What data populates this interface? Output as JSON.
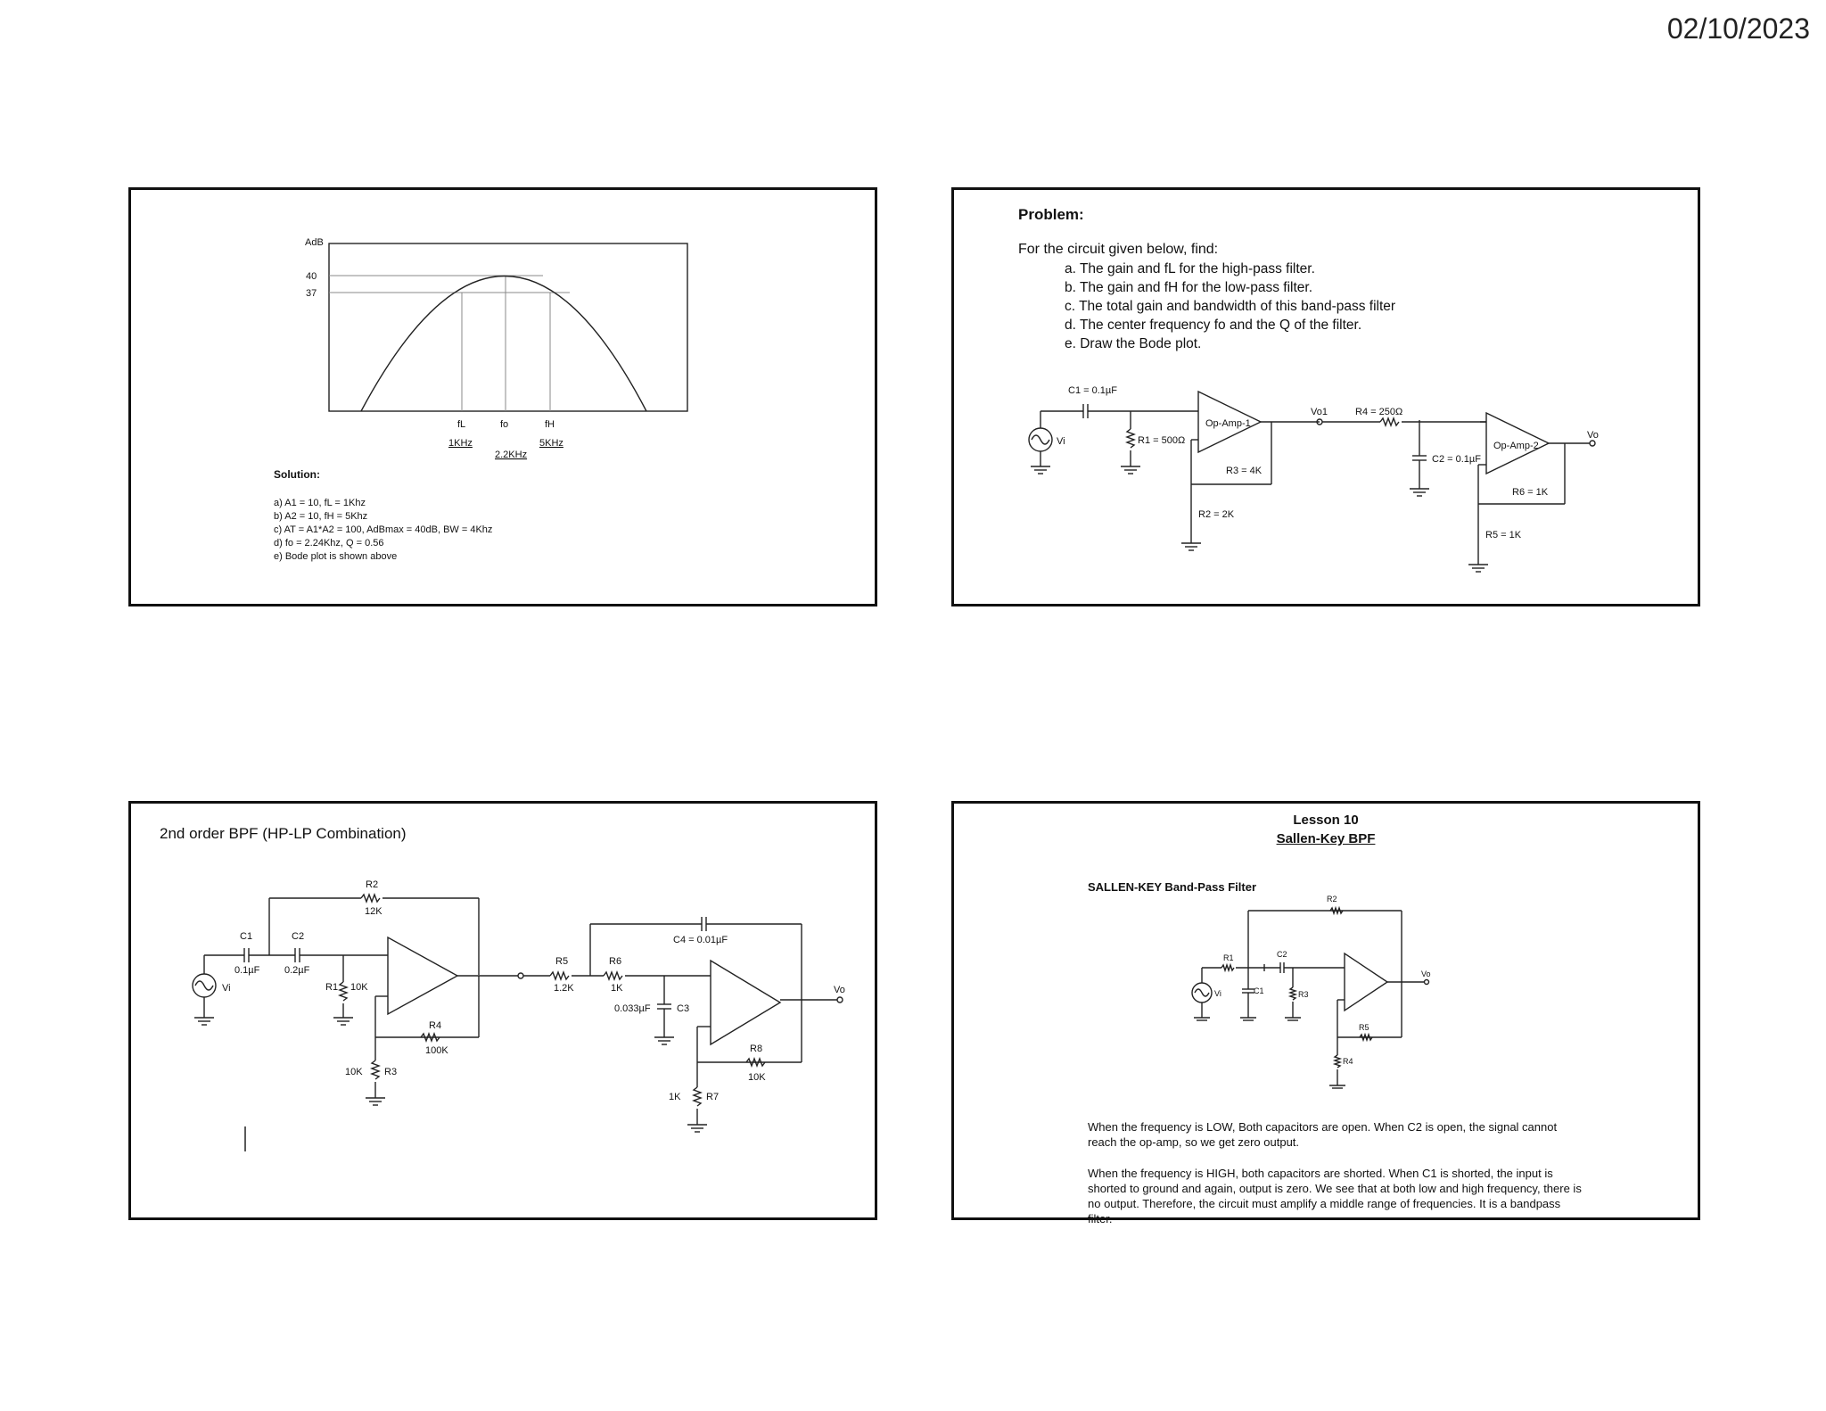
{
  "date": "02/10/2023",
  "slide1": {
    "axis_label": "AdB",
    "y_ticks": [
      "40",
      "37"
    ],
    "freq_labels": [
      "fL",
      "fo",
      "fH"
    ],
    "freq_values": [
      "1KHz",
      "2.2KHz",
      "5KHz"
    ],
    "solution_title": "Solution:",
    "solution": [
      "a)   A1 = 10, fL = 1Khz",
      "b)   A2 = 10, fH = 5Khz",
      "c)   AT = A1*A2 = 100, AdBmax = 40dB, BW = 4Khz",
      "d)   fo = 2.24Khz, Q = 0.56",
      "e)   Bode plot is shown above"
    ]
  },
  "slide2": {
    "heading": "Problem:",
    "question": "For the circuit given below, find:",
    "items": [
      "a.   The gain and fL for the high-pass filter.",
      "b.   The gain and fH for the low-pass filter.",
      "c.   The total gain and bandwidth of this band-pass filter",
      "d.   The center frequency fo and the Q of the filter.",
      "e.   Draw the Bode plot."
    ],
    "labels": {
      "c1": "C1 = 0.1µF",
      "r1": "R1 = 500Ω",
      "opamp1": "Op-Amp-1",
      "r3": "R3 = 4K",
      "r2": "R2 = 2K",
      "vo1": "Vo1",
      "r4": "R4 = 250Ω",
      "c2": "C2 = 0.1µF",
      "opamp2": "Op-Amp-2",
      "r6": "R6 = 1K",
      "r5": "R5 = 1K",
      "vi": "Vi",
      "vo": "Vo"
    }
  },
  "slide3": {
    "title": "2nd order BPF (HP-LP Combination)",
    "labels": {
      "r2": "R2",
      "r2v": "12K",
      "c1": "C1",
      "c1v": "0.1µF",
      "c2": "C2",
      "c2v": "0.2µF",
      "r1": "R1",
      "r1v": "10K",
      "r4": "R4",
      "r4v": "100K",
      "r3": "R3",
      "r3v": "10K",
      "r5": "R5",
      "r5v": "1.2K",
      "r6": "R6",
      "r6v": "1K",
      "c4": "C4 = 0.01µF",
      "c3": "C3",
      "c3v": "0.033µF",
      "r8": "R8",
      "r8v": "10K",
      "r7": "R7",
      "r7v": "1K",
      "vi": "Vi",
      "vo": "Vo"
    }
  },
  "slide4": {
    "lesson": "Lesson 10",
    "subtitle": "Sallen-Key BPF",
    "section": "SALLEN-KEY Band-Pass Filter",
    "labels": {
      "r2": "R2",
      "r1": "R1",
      "c2": "C2",
      "c1": "C1",
      "r3": "R3",
      "r5": "R5",
      "r4": "R4",
      "vi": "Vi",
      "vo": "Vo"
    },
    "para1": "When the frequency is LOW, Both capacitors are open. When C2 is open, the signal cannot reach the op-amp, so we get zero output.",
    "para2": "When the frequency is HIGH, both capacitors are shorted. When C1 is shorted, the input is shorted to ground and again, output is zero. We see that at both low and high frequency, there is no output. Therefore, the circuit must amplify a middle range of frequencies. It is a bandpass filter."
  }
}
